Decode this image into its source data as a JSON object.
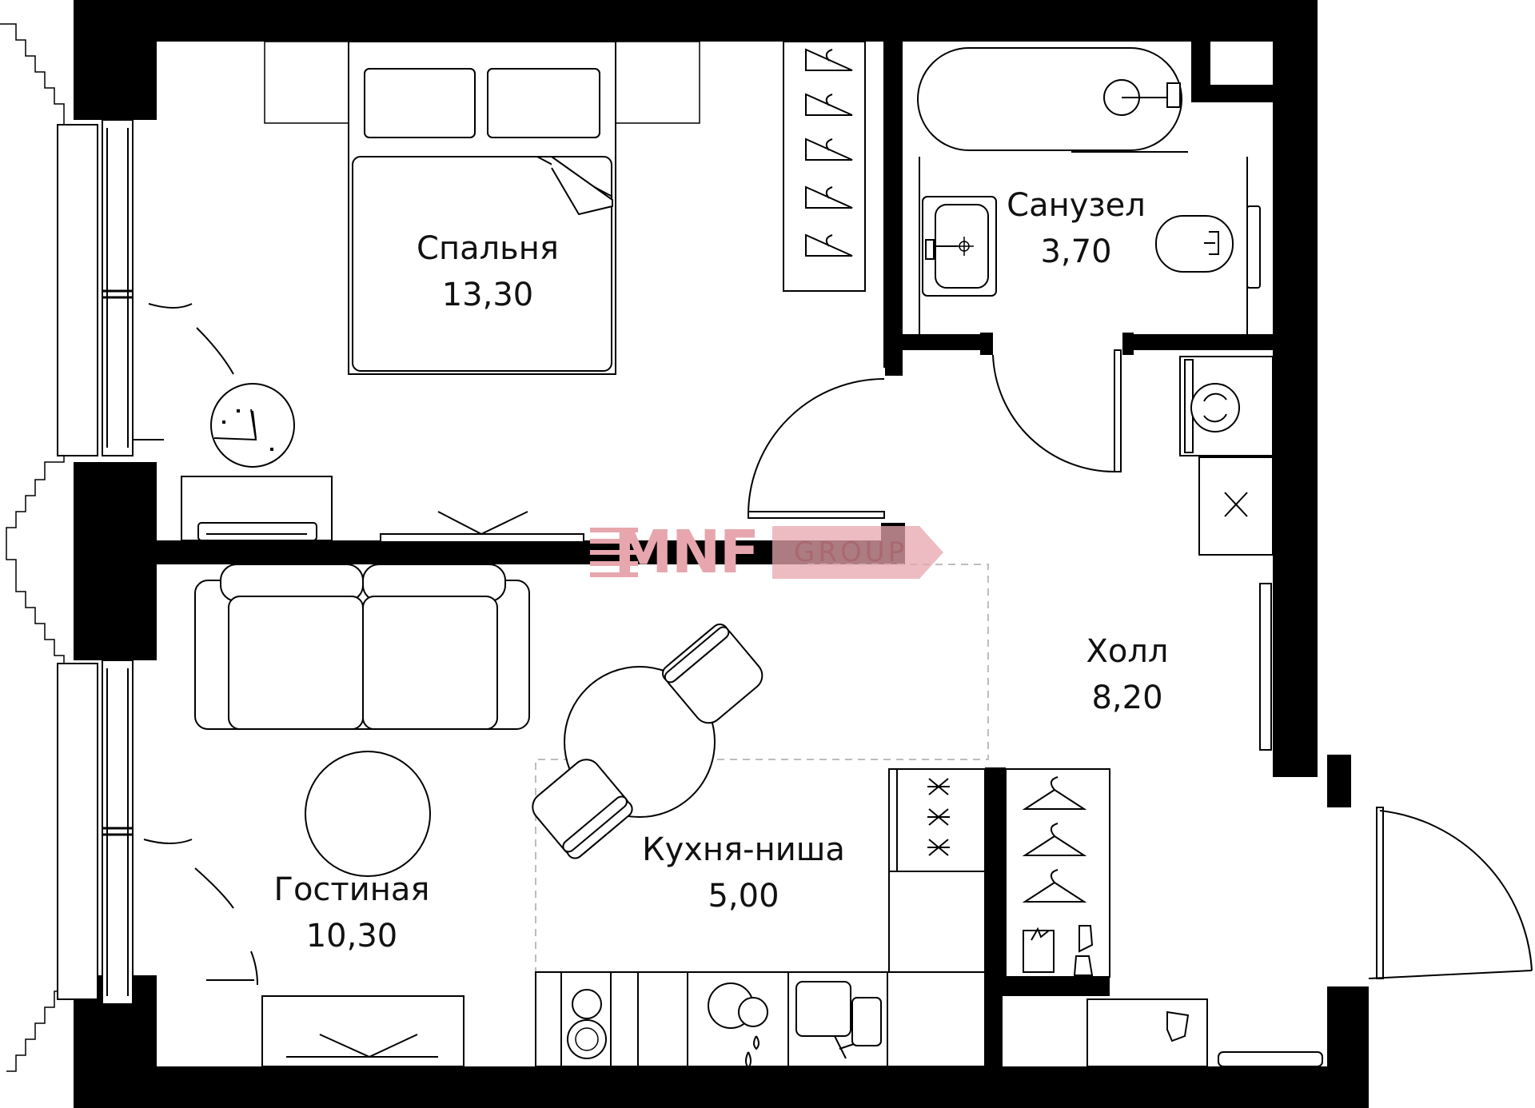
{
  "rooms": {
    "bedroom": {
      "name": "Спальня",
      "area": "13,30"
    },
    "bathroom": {
      "name": "Санузел",
      "area": "3,70"
    },
    "hall": {
      "name": "Холл",
      "area": "8,20"
    },
    "kitchen": {
      "name": "Кухня-ниша",
      "area": "5,00"
    },
    "living": {
      "name": "Гостиная",
      "area": "10,30"
    }
  },
  "watermark": {
    "mark": "MNF",
    "word": "GROUP",
    "color": "#e7a6ad"
  }
}
